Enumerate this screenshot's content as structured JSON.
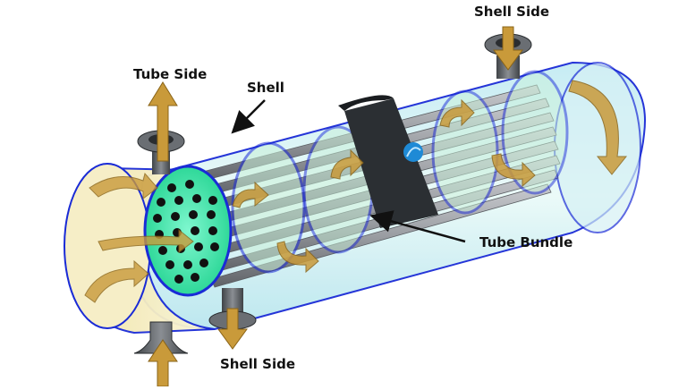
{
  "labels": {
    "tube_side": "Tube Side",
    "shell": "Shell",
    "shell_side_top": "Shell Side",
    "tube_bundle": "Tube Bundle",
    "shell_side_bottom": "Shell Side"
  },
  "colors": {
    "shell_glass": "#d9f2f6",
    "shell_outline": "#1a2bd6",
    "baffle": "#c8f0d8",
    "tubesheet": "#39e6a8",
    "tube": "#8d9096",
    "nozzle": "#5a5e63",
    "flow_arrow": "#c99a3a",
    "band": "#2b2f33",
    "head": "#f7f0c8"
  }
}
